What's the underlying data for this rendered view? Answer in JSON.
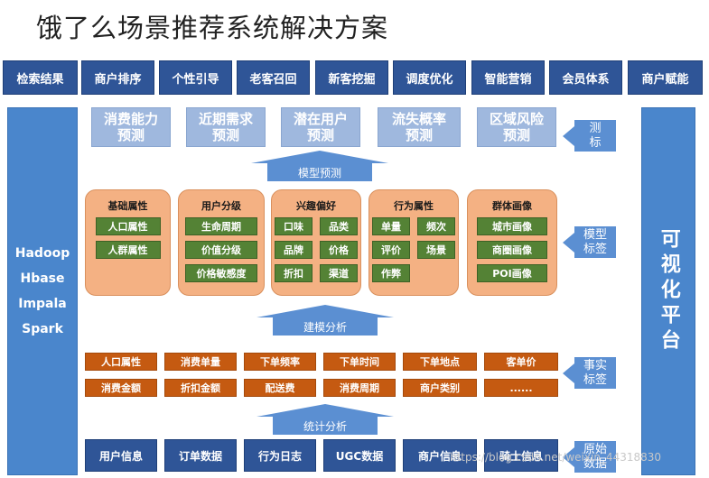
{
  "title": "饿了么场景推荐系统解决方案",
  "top_nav": [
    "检索结果",
    "商户排序",
    "个性引导",
    "老客召回",
    "新客挖掘",
    "调度优化",
    "智能营销",
    "会员体系",
    "商户赋能"
  ],
  "left_panel": [
    "Hadoop",
    "Hbase",
    "Impala",
    "Spark"
  ],
  "right_panel": {
    "label": "可视化平台"
  },
  "predictions": [
    "消费能力\n预测",
    "近期需求\n预测",
    "潜在用户\n预测",
    "流失概率\n预测",
    "区域风险\n预测"
  ],
  "arrows": {
    "model_predict": "模型预测",
    "modeling": "建模分析",
    "statistics": "统计分析"
  },
  "side_labels": {
    "test": "测\n标",
    "model_tags": "模型\n标签",
    "fact_tags": "事实\n标签",
    "raw_data": "原始\n数据"
  },
  "groups": [
    {
      "title": "基础属性",
      "items": [
        "人口属性",
        "人群属性"
      ]
    },
    {
      "title": "用户分级",
      "items": [
        "生命周期",
        "价值分级",
        "价格敏感度"
      ]
    },
    {
      "title": "兴趣偏好",
      "items": [
        "口味",
        "品类",
        "品牌",
        "价格",
        "折扣",
        "渠道"
      ]
    },
    {
      "title": "行为属性",
      "items": [
        "单量",
        "频次",
        "评价",
        "场景",
        "作弊"
      ]
    },
    {
      "title": "群体画像",
      "items": [
        "城市画像",
        "商圈画像",
        "POI画像"
      ]
    }
  ],
  "fact_row1": [
    "人口属性",
    "消费单量",
    "下单频率",
    "下单时间",
    "下单地点",
    "客单价"
  ],
  "fact_row2": [
    "消费金额",
    "折扣金额",
    "配送费",
    "消费周期",
    "商户类别",
    "......"
  ],
  "raw_data": [
    "用户信息",
    "订单数据",
    "行为日志",
    "UGC数据",
    "商户信息",
    "骑士信息"
  ],
  "watermark": "https://blog.csdn.net/weixin_44318830",
  "colors": {
    "dark_blue": "#2f5597",
    "panel_blue": "#4a86cc",
    "light_blue": "#9fb8de",
    "arrow_blue": "#5b8fd2",
    "orange_box": "#f4b183",
    "green": "#548235",
    "rust": "#c55a11"
  }
}
